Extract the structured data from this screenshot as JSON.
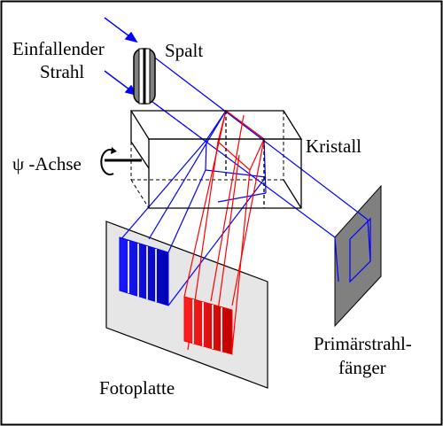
{
  "labels": {
    "incident_beam_line1": "Einfallender",
    "incident_beam_line2": "Strahl",
    "slit": "Spalt",
    "psi_axis": "ψ -Achse",
    "crystal": "Kristall",
    "beam_stop_line1": "Primärstrahl-",
    "beam_stop_line2": "fänger",
    "photo_plate": "Fotoplatte"
  },
  "colors": {
    "frame": "#000000",
    "primary_beam": "#0000ff",
    "diffracted_beam": "#ff0000",
    "plate_fill": "#e6e6e6",
    "beam_stop_fill": "#808080",
    "slit_fill": "#808080"
  }
}
